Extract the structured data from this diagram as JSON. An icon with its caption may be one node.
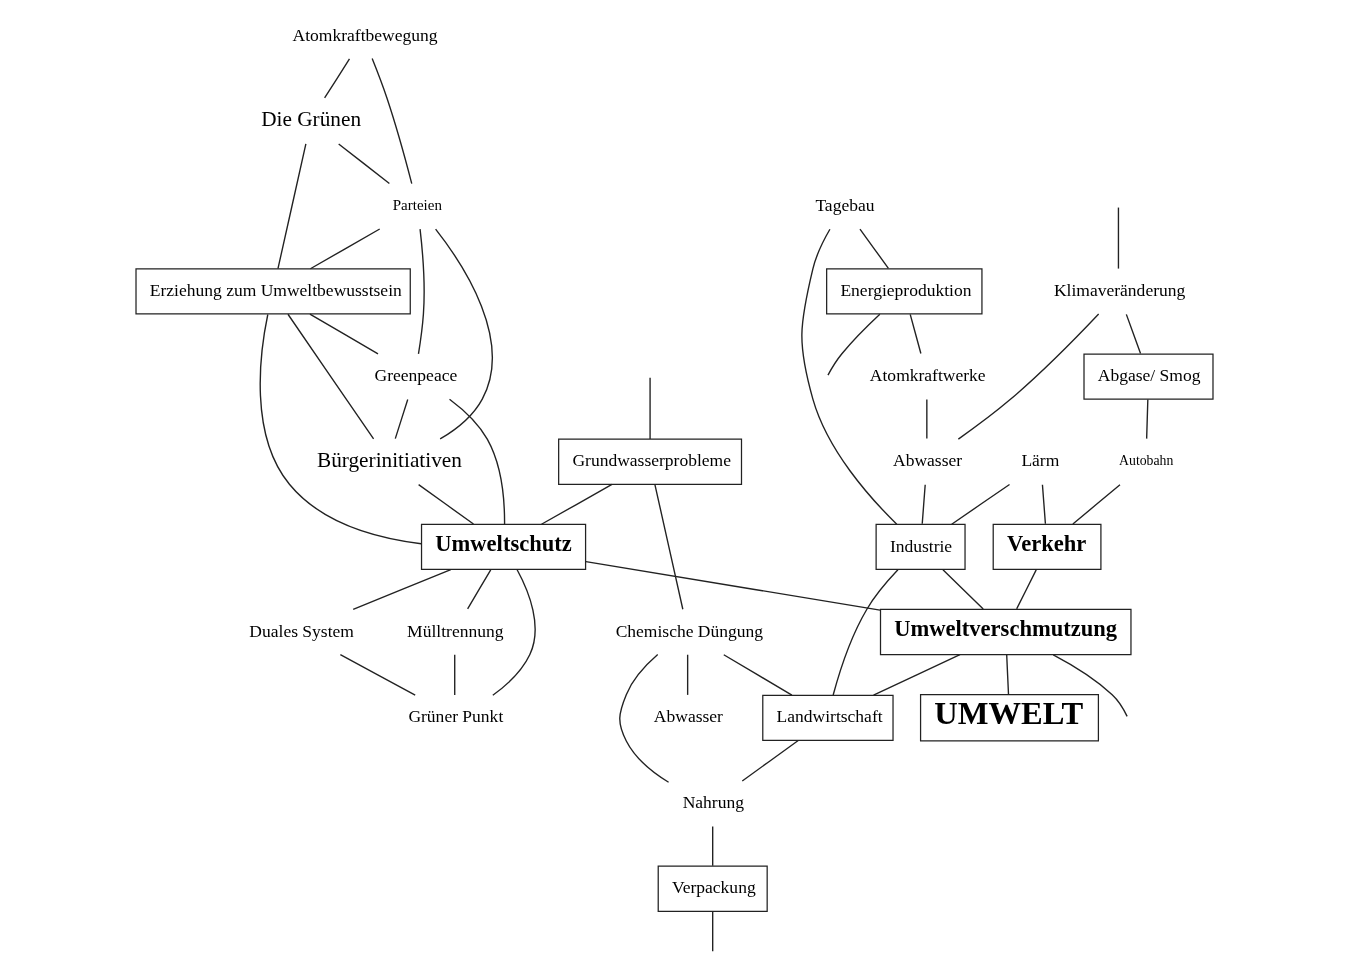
{
  "diagram": {
    "nodes": [
      {
        "text": [
          "Klimaveränderung"
        ]
      },
      {
        "text": [
          "Abgase/ Smog"
        ]
      },
      {
        "text": [
          "Energieproduktion"
        ]
      },
      {
        "text": [
          "Atomkraftwerke"
        ]
      },
      {
        "text": [
          "Die Grünen"
        ]
      },
      {
        "text": [
          "Atomkraftbewegung"
        ]
      },
      {
        "text": [
          "Lärm"
        ]
      },
      {
        "text": [
          "Tagebau"
        ]
      },
      {
        "text": [
          "Parteien"
        ]
      },
      {
        "text": [
          "Erziehung zum Umweltbewusstsein"
        ]
      },
      {
        "text": [
          "Verkehr"
        ]
      },
      {
        "text": [
          "Autobahn"
        ]
      },
      {
        "text": [
          "Abwasser"
        ]
      },
      {
        "text": [
          "Greenpeace"
        ]
      },
      {
        "text": [
          "Bürgerinitiativen"
        ]
      },
      {
        "text": [
          "Industrie"
        ]
      },
      {
        "text": [
          "Umweltschutz"
        ]
      },
      {
        "text": [
          "Duales System"
        ]
      },
      {
        "text": [
          "Mülltrennung"
        ]
      },
      {
        "text": [
          "Grüner Punkt"
        ]
      },
      {
        "text": [
          "Grundwasserprobleme"
        ]
      },
      {
        "text": [
          "Umweltverschmutzung"
        ]
      },
      {
        "text": [
          "Abwasser"
        ]
      },
      {
        "text": [
          "Chemische Düngung"
        ]
      },
      {
        "text": [
          "Landwirtschaft"
        ]
      },
      {
        "text": [
          "UMWELT"
        ]
      },
      {
        "text": [
          "Nahrung"
        ]
      },
      {
        "text": [
          "Verpackung"
        ]
      }
    ],
    "edges": [
      {
        "from": null,
        "to": 0,
        "arrow": "none"
      },
      {
        "from": 0,
        "to": 1,
        "arrow": "none"
      },
      {
        "from": 0,
        "to": 12,
        "arrow": "none"
      },
      {
        "from": 1,
        "to": 11,
        "arrow": "none"
      },
      {
        "from": 11,
        "to": 10,
        "arrow": "none"
      },
      {
        "from": 6,
        "to": 10,
        "arrow": "none"
      },
      {
        "from": 6,
        "to": 15,
        "arrow": "none"
      },
      {
        "from": 7,
        "to": 2,
        "arrow": "none"
      },
      {
        "from": 7,
        "to": 15,
        "arrow": "none"
      },
      {
        "from": 2,
        "to": 3,
        "arrow": "none"
      },
      {
        "from": 3,
        "to": 12,
        "arrow": "none"
      },
      {
        "from": 2,
        "to": null,
        "arrow": "none"
      },
      {
        "from": 12,
        "to": 15,
        "arrow": "none"
      },
      {
        "from": 10,
        "to": 21,
        "arrow": "none"
      },
      {
        "from": 15,
        "to": 21,
        "arrow": "none"
      },
      {
        "from": 15,
        "to": 24,
        "arrow": "none"
      },
      {
        "from": 5,
        "to": 8,
        "arrow": "none"
      },
      {
        "from": 5,
        "to": 4,
        "arrow": "none"
      },
      {
        "from": 4,
        "to": 8,
        "arrow": "none"
      },
      {
        "from": 4,
        "to": 9,
        "arrow": "none"
      },
      {
        "from": 8,
        "to": 9,
        "arrow": "none"
      },
      {
        "from": 8,
        "to": 13,
        "arrow": "none"
      },
      {
        "from": 8,
        "to": 14,
        "arrow": "none"
      },
      {
        "from": 9,
        "to": 13,
        "arrow": "none"
      },
      {
        "from": 9,
        "to": 16,
        "arrow": "none"
      },
      {
        "from": 9,
        "to": 14,
        "arrow": "none"
      },
      {
        "from": 13,
        "to": 14,
        "arrow": "none"
      },
      {
        "from": 13,
        "to": 16,
        "arrow": "none"
      },
      {
        "from": 14,
        "to": 16,
        "arrow": "none"
      },
      {
        "from": 16,
        "to": 17,
        "arrow": "none"
      },
      {
        "from": 20,
        "to": 16,
        "arrow": "none"
      },
      {
        "from": 17,
        "to": 19,
        "arrow": "none"
      },
      {
        "from": 16,
        "to": 21,
        "arrow": "none"
      },
      {
        "from": 16,
        "to": 19,
        "arrow": "none"
      },
      {
        "from": 16,
        "to": 18,
        "arrow": "none"
      },
      {
        "from": 18,
        "to": 19,
        "arrow": "none"
      },
      {
        "from": 21,
        "to": 24,
        "arrow": "none"
      },
      {
        "from": 21,
        "to": 25,
        "arrow": "none"
      },
      {
        "from": 21,
        "to": null,
        "arrow": "none"
      },
      {
        "from": 27,
        "to": null,
        "arrow": "none"
      },
      {
        "from": null,
        "to": 20,
        "arrow": "none"
      },
      {
        "from": 20,
        "to": 23,
        "arrow": "none"
      },
      {
        "from": 23,
        "to": 22,
        "arrow": "none"
      },
      {
        "from": 23,
        "to": 24,
        "arrow": "none"
      },
      {
        "from": 23,
        "to": 26,
        "arrow": "none"
      },
      {
        "from": 24,
        "to": 26,
        "arrow": "none"
      },
      {
        "from": 26,
        "to": 27,
        "arrow": "none"
      }
    ]
  }
}
